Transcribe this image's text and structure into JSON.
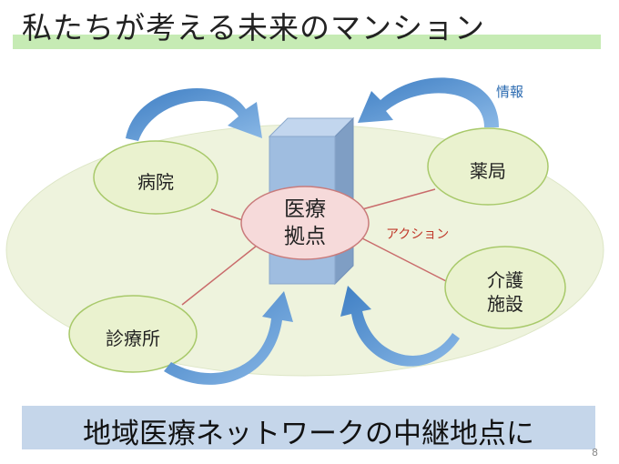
{
  "title": "私たちが考える未来のマンション",
  "nodes": {
    "hospital": "病院",
    "pharmacy": "薬局",
    "center_line1": "医療",
    "center_line2": "拠点",
    "care_line1": "介護",
    "care_line2": "施設",
    "clinic": "診療所"
  },
  "labels": {
    "info": "情報",
    "action": "アクション"
  },
  "footer": "地域医療ネットワークの中継地点に",
  "page_number": "8",
  "colors": {
    "title_bar": "#c6ebb4",
    "platform": "#eef3dd",
    "node_fill": "#eaf2cf",
    "node_stroke": "#a8c96a",
    "center_fill": "#f6dada",
    "center_stroke": "#c97b7b",
    "link": "#c96b6b",
    "arrow": "#4f8fd1",
    "building": "#9fbde0",
    "footer_box": "#c5d6ea"
  }
}
